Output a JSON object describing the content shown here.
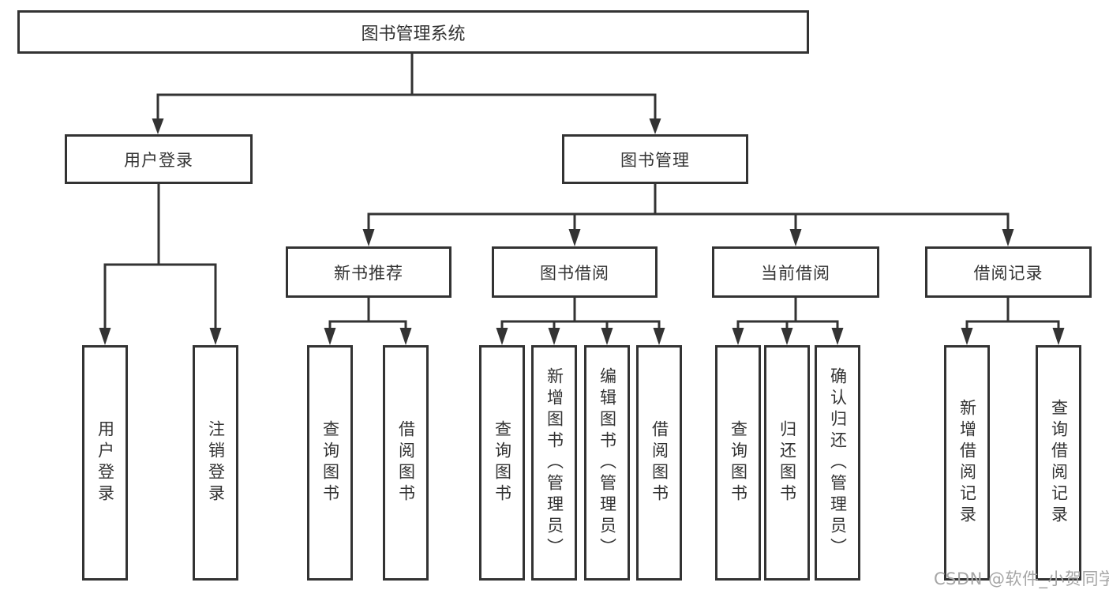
{
  "diagram": {
    "root": {
      "label": "图书管理系统"
    },
    "branches": [
      {
        "label": "用户登录",
        "children": [
          {
            "label": "用户登录"
          },
          {
            "label": "注销登录"
          }
        ]
      },
      {
        "label": "图书管理",
        "children": [
          {
            "label": "新书推荐",
            "children": [
              {
                "label": "查询图书"
              },
              {
                "label": "借阅图书"
              }
            ]
          },
          {
            "label": "图书借阅",
            "children": [
              {
                "label": "查询图书"
              },
              {
                "label": "新增图书（管理员）"
              },
              {
                "label": "编辑图书（管理员）"
              },
              {
                "label": "借阅图书"
              }
            ]
          },
          {
            "label": "当前借阅",
            "children": [
              {
                "label": "查询图书"
              },
              {
                "label": "归还图书"
              },
              {
                "label": "确认归还（管理员）"
              }
            ]
          },
          {
            "label": "借阅记录",
            "children": [
              {
                "label": "新增借阅记录"
              },
              {
                "label": "查询借阅记录"
              }
            ]
          }
        ]
      }
    ]
  },
  "watermark": "CSDN @软件_小贺同学",
  "colors": {
    "line": "#333333",
    "border": "#333333",
    "fill": "#ffffff",
    "text": "#333333",
    "watermark": "#a6a6a6"
  }
}
